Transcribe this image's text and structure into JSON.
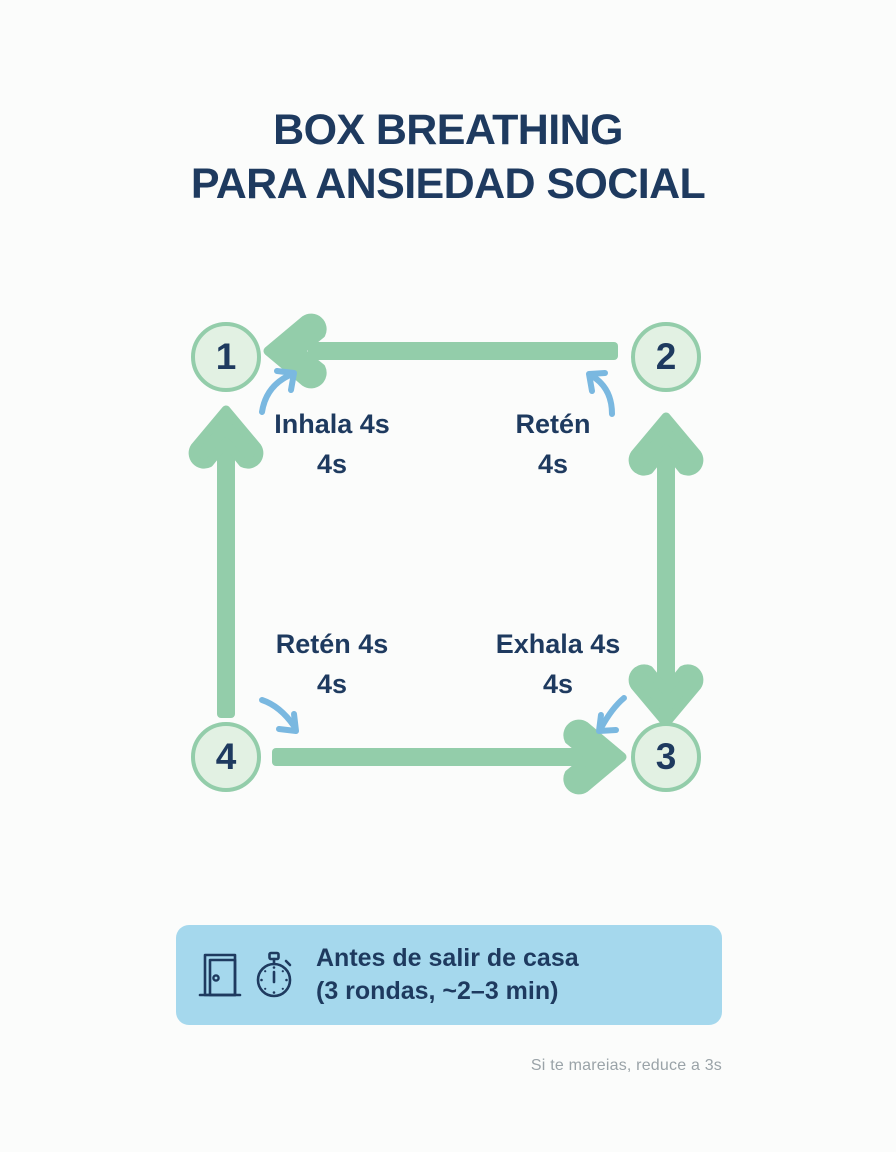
{
  "page": {
    "background_color": "#fbfcfb",
    "title_lines": [
      "BOX BREATHING",
      "PARA ANSIEDAD SOCIAL"
    ]
  },
  "colors": {
    "navy": "#1e3a5f",
    "arrow_green": "#93cdaa",
    "circle_fill": "#e2f1e3",
    "circle_ring": "#93cdaa",
    "accent_blue": "#7ab8e0",
    "callout_bg": "#a5d8ed",
    "footnote_gray": "#9aa3a8"
  },
  "diagram": {
    "nodes": [
      {
        "id": "1",
        "number": "1",
        "position": "top-left"
      },
      {
        "id": "2",
        "number": "2",
        "position": "top-right"
      },
      {
        "id": "3",
        "number": "3",
        "position": "bottom-right"
      },
      {
        "id": "4",
        "number": "4",
        "position": "bottom-left"
      }
    ],
    "arrows": [
      {
        "id": "top",
        "from": "2",
        "to": "1",
        "direction": "left"
      },
      {
        "id": "left",
        "from": "4",
        "to": "1",
        "direction": "up"
      },
      {
        "id": "right",
        "from": "2",
        "to": "3",
        "direction": "down-double"
      },
      {
        "id": "bottom",
        "from": "4",
        "to": "3",
        "direction": "right"
      }
    ],
    "steps": [
      {
        "id": "inhala",
        "line1": "Inhala 4s",
        "line2": "4s",
        "node": "1"
      },
      {
        "id": "reten-top",
        "line1": "Retén",
        "line2": "4s",
        "node": "2"
      },
      {
        "id": "reten-bottom",
        "line1": "Retén 4s",
        "line2": "4s",
        "node": "4"
      },
      {
        "id": "exhala",
        "line1": "Exhala 4s",
        "line2": "4s",
        "node": "3"
      }
    ]
  },
  "callout": {
    "line1": "Antes de salir de casa",
    "line2": "(3 rondas, ~2–3 min)",
    "icons": [
      "door-icon",
      "stopwatch-icon"
    ]
  },
  "footnote": {
    "text": "Si te mareias, reduce a 3s"
  }
}
